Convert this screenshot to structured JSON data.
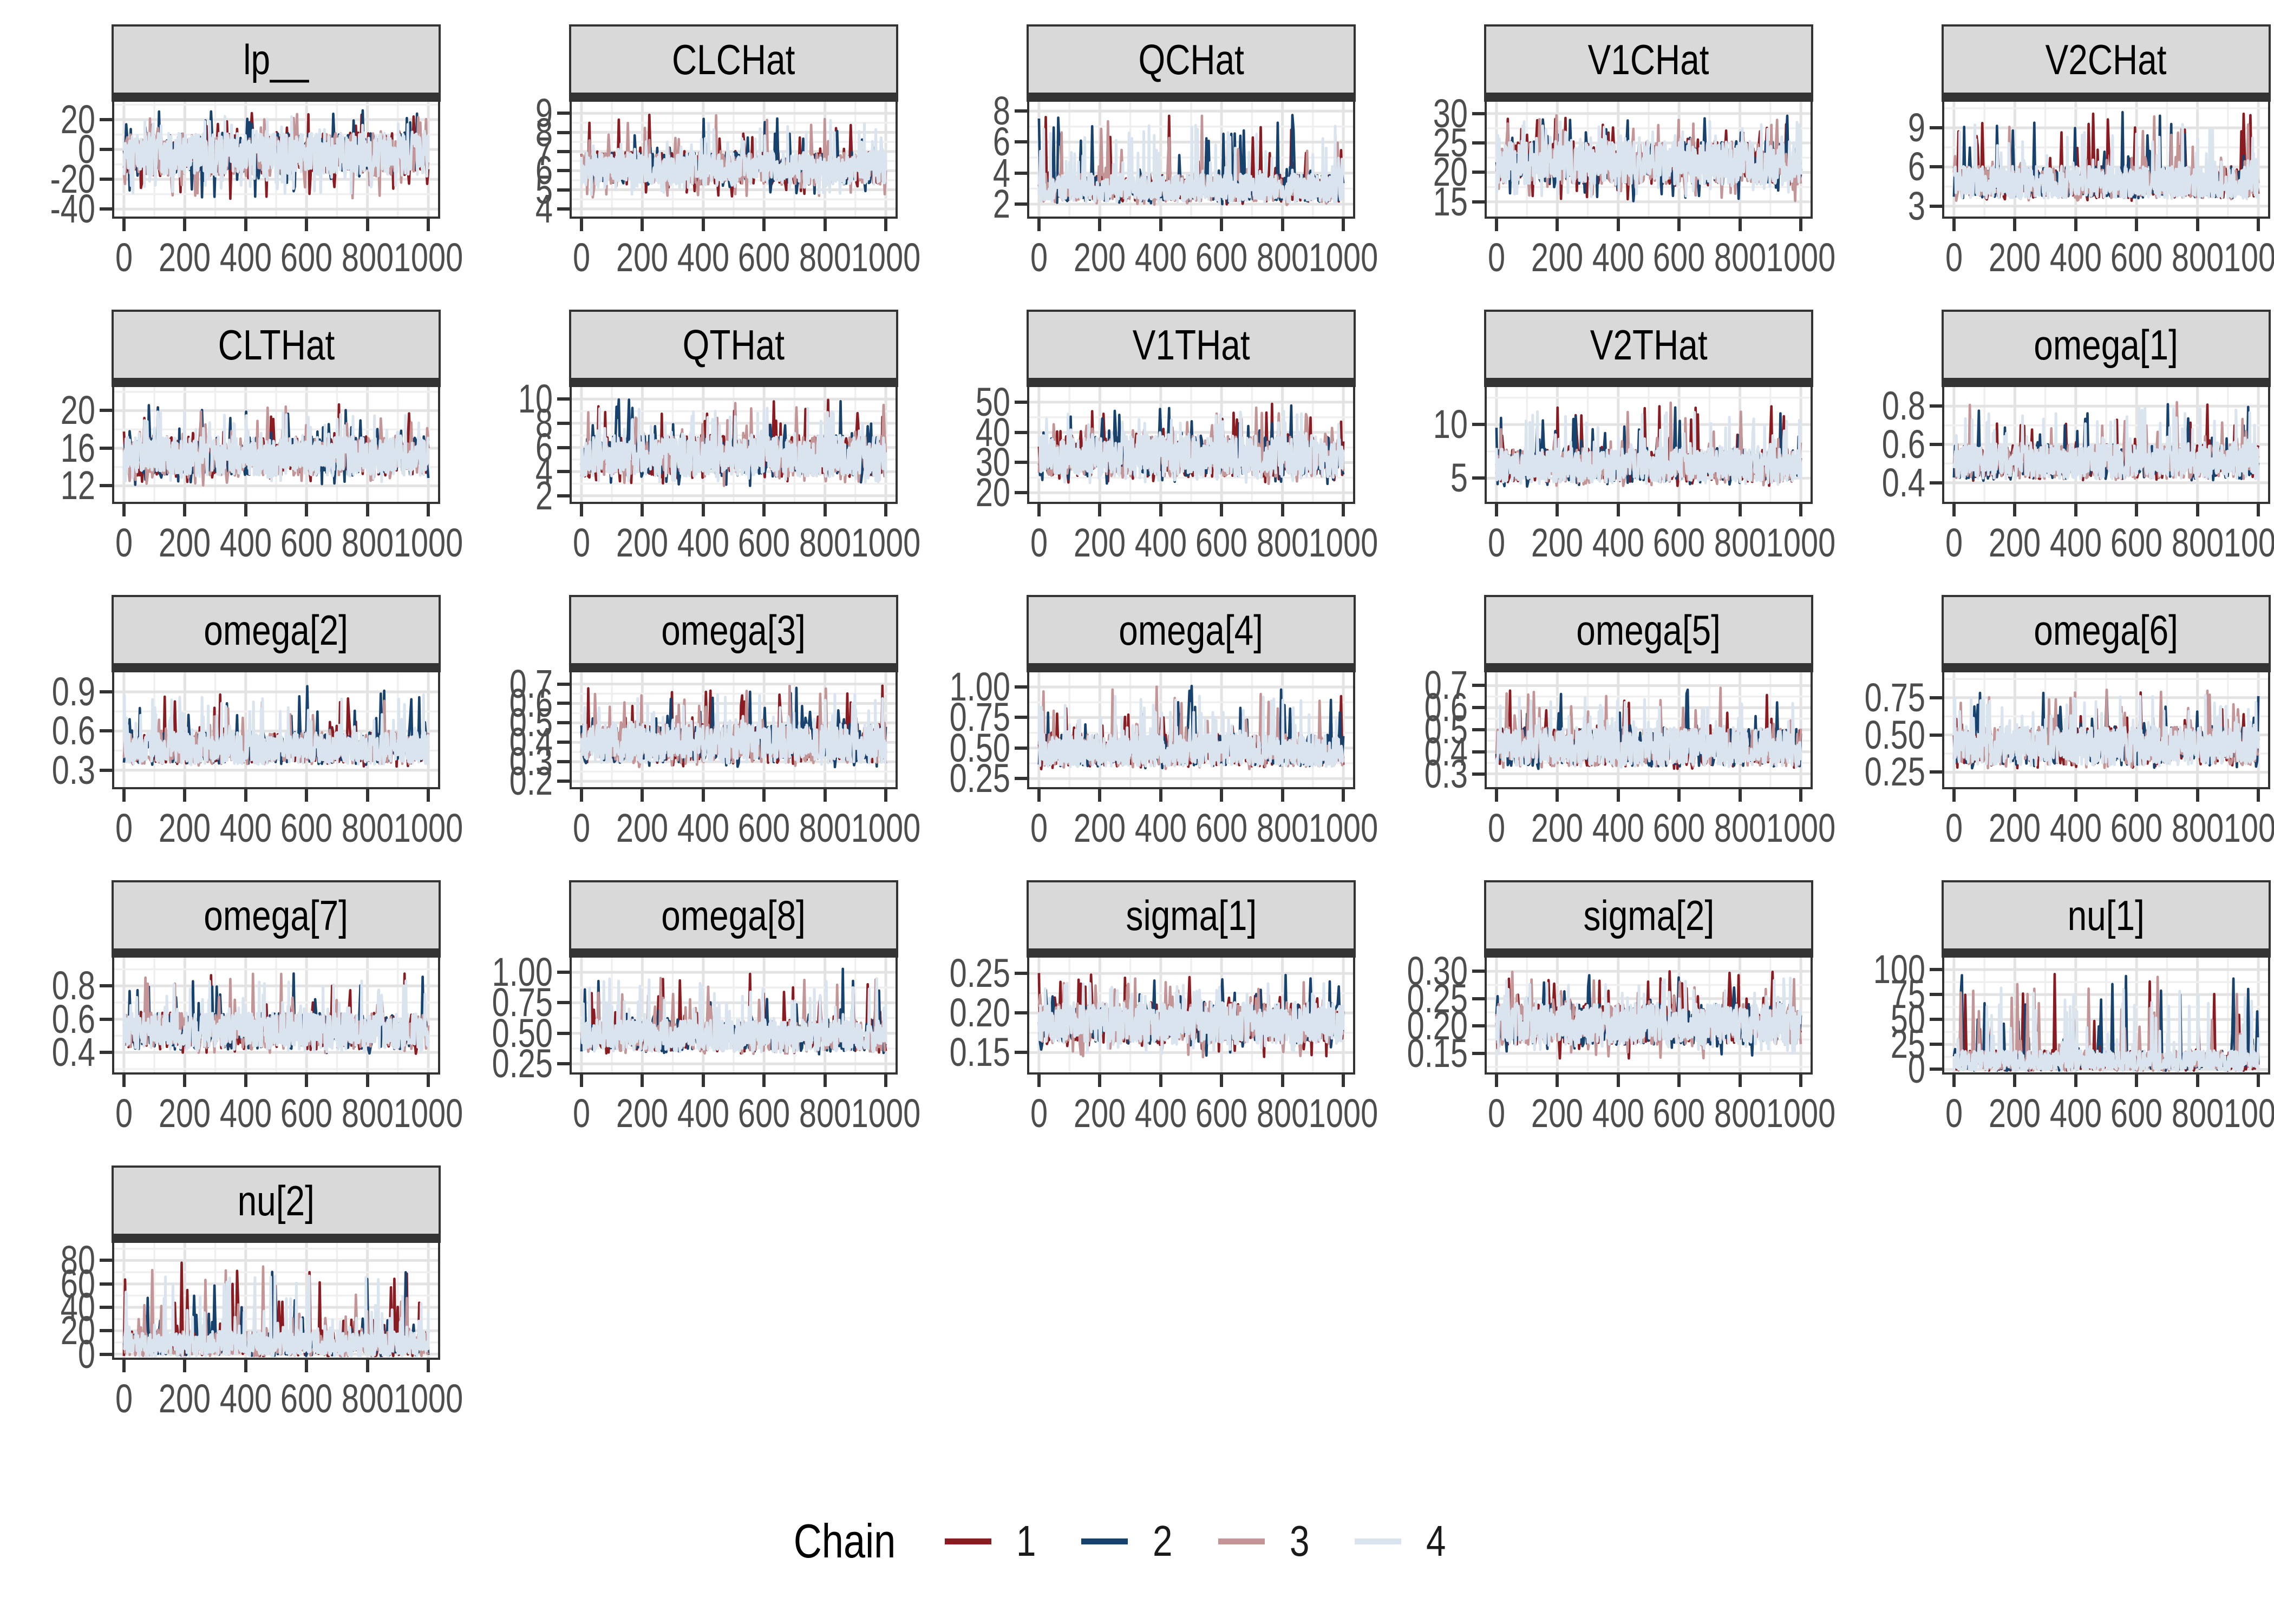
{
  "chart_data": {
    "type": "line",
    "subtype": "mcmc-trace-facets",
    "legend_title": "Chain",
    "x_axis": {
      "tick_labels": [
        "0",
        "200",
        "400",
        "600",
        "800",
        "1000"
      ],
      "tick_values": [
        0,
        200,
        400,
        600,
        800,
        1000
      ],
      "range": [
        0,
        1000
      ]
    },
    "chains": [
      {
        "label": "1",
        "color": "#8a1c21"
      },
      {
        "label": "2",
        "color": "#17426e"
      },
      {
        "label": "3",
        "color": "#c49597"
      },
      {
        "label": "4",
        "color": "#d9e4ee"
      }
    ],
    "grid": {
      "major_color": "#e3e3e3",
      "minor_color": "#efefef",
      "on": true
    },
    "style": {
      "panel_bg": "#ffffff",
      "strip_bg": "#d9d9d9",
      "frame_color": "#333333",
      "axis_text_color": "#4d4d4d",
      "strip_text_color": "#000000"
    },
    "panels": [
      {
        "title": "lp__",
        "ylim": [
          -45,
          32
        ],
        "ytick_labels": [
          "20",
          "0",
          "-20",
          "-40"
        ],
        "ytick_values": [
          20,
          0,
          -20,
          -40
        ],
        "trace": {
          "mid": 0.54,
          "band": 0.19,
          "spike_up": 0.3,
          "spike_dn": 0.3
        }
      },
      {
        "title": "CLCHat",
        "ylim": [
          3.6,
          9.6
        ],
        "ytick_labels": [
          "9",
          "8",
          "7",
          "6",
          "5",
          "4"
        ],
        "ytick_values": [
          9,
          8,
          7,
          6,
          5,
          4
        ],
        "trace": {
          "mid": 0.42,
          "band": 0.14,
          "spike_up": 0.42,
          "spike_dn": 0.2
        }
      },
      {
        "title": "QCHat",
        "ylim": [
          1.2,
          8.6
        ],
        "ytick_labels": [
          "8",
          "6",
          "4",
          "2"
        ],
        "ytick_values": [
          8,
          6,
          4,
          2
        ],
        "trace": {
          "mid": 0.25,
          "band": 0.12,
          "spike_up": 0.58,
          "spike_dn": 0.1
        }
      },
      {
        "title": "V1CHat",
        "ylim": [
          12.5,
          32
        ],
        "ytick_labels": [
          "30",
          "25",
          "20",
          "15"
        ],
        "ytick_values": [
          30,
          25,
          20,
          15
        ],
        "trace": {
          "mid": 0.47,
          "band": 0.19,
          "spike_up": 0.33,
          "spike_dn": 0.25
        }
      },
      {
        "title": "V2CHat",
        "ylim": [
          2.2,
          11
        ],
        "ytick_labels": [
          "9",
          "6",
          "3"
        ],
        "ytick_values": [
          9,
          6,
          3
        ],
        "trace": {
          "mid": 0.3,
          "band": 0.14,
          "spike_up": 0.55,
          "spike_dn": 0.1
        }
      },
      {
        "title": "CLTHat",
        "ylim": [
          10.3,
          22.5
        ],
        "ytick_labels": [
          "20",
          "16",
          "12"
        ],
        "ytick_values": [
          20,
          16,
          12
        ],
        "trace": {
          "mid": 0.4,
          "band": 0.17,
          "spike_up": 0.38,
          "spike_dn": 0.18
        }
      },
      {
        "title": "QTHat",
        "ylim": [
          1.5,
          11
        ],
        "ytick_labels": [
          "10",
          "8",
          "6",
          "4",
          "2"
        ],
        "ytick_values": [
          10,
          8,
          6,
          4,
          2
        ],
        "trace": {
          "mid": 0.4,
          "band": 0.18,
          "spike_up": 0.42,
          "spike_dn": 0.18
        }
      },
      {
        "title": "V1THat",
        "ylim": [
          17,
          55
        ],
        "ytick_labels": [
          "50",
          "40",
          "30",
          "20"
        ],
        "ytick_values": [
          50,
          40,
          30,
          20
        ],
        "trace": {
          "mid": 0.4,
          "band": 0.18,
          "spike_up": 0.38,
          "spike_dn": 0.18
        }
      },
      {
        "title": "V2THat",
        "ylim": [
          2.8,
          13.5
        ],
        "ytick_labels": [
          "10",
          "5"
        ],
        "ytick_values": [
          10,
          5
        ],
        "trace": {
          "mid": 0.32,
          "band": 0.15,
          "spike_up": 0.48,
          "spike_dn": 0.12
        }
      },
      {
        "title": "omega[1]",
        "ylim": [
          0.3,
          0.9
        ],
        "ytick_labels": [
          "0.8",
          "0.6",
          "0.4"
        ],
        "ytick_values": [
          0.8,
          0.6,
          0.4
        ],
        "trace": {
          "mid": 0.35,
          "band": 0.15,
          "spike_up": 0.48,
          "spike_dn": 0.1
        }
      },
      {
        "title": "omega[2]",
        "ylim": [
          0.17,
          1.05
        ],
        "ytick_labels": [
          "0.9",
          "0.6",
          "0.3"
        ],
        "ytick_values": [
          0.9,
          0.6,
          0.3
        ],
        "trace": {
          "mid": 0.34,
          "band": 0.14,
          "spike_up": 0.48,
          "spike_dn": 0.1
        }
      },
      {
        "title": "omega[3]",
        "ylim": [
          0.17,
          0.76
        ],
        "ytick_labels": [
          "0.7",
          "0.6",
          "0.5",
          "0.4",
          "0.3",
          "0.2"
        ],
        "ytick_values": [
          0.7,
          0.6,
          0.5,
          0.4,
          0.3,
          0.2
        ],
        "trace": {
          "mid": 0.38,
          "band": 0.17,
          "spike_up": 0.44,
          "spike_dn": 0.13
        }
      },
      {
        "title": "omega[4]",
        "ylim": [
          0.18,
          1.12
        ],
        "ytick_labels": [
          "1.00",
          "0.75",
          "0.50",
          "0.25"
        ],
        "ytick_values": [
          1.0,
          0.75,
          0.5,
          0.25
        ],
        "trace": {
          "mid": 0.32,
          "band": 0.14,
          "spike_up": 0.5,
          "spike_dn": 0.1
        }
      },
      {
        "title": "omega[5]",
        "ylim": [
          0.24,
          0.76
        ],
        "ytick_labels": [
          "0.7",
          "0.6",
          "0.5",
          "0.4",
          "0.3"
        ],
        "ytick_values": [
          0.7,
          0.6,
          0.5,
          0.4,
          0.3
        ],
        "trace": {
          "mid": 0.35,
          "band": 0.17,
          "spike_up": 0.44,
          "spike_dn": 0.12
        }
      },
      {
        "title": "omega[6]",
        "ylim": [
          0.15,
          0.92
        ],
        "ytick_labels": [
          "0.75",
          "0.50",
          "0.25"
        ],
        "ytick_values": [
          0.75,
          0.5,
          0.25
        ],
        "trace": {
          "mid": 0.36,
          "band": 0.17,
          "spike_up": 0.44,
          "spike_dn": 0.12
        }
      },
      {
        "title": "omega[7]",
        "ylim": [
          0.28,
          0.97
        ],
        "ytick_labels": [
          "0.8",
          "0.6",
          "0.4"
        ],
        "ytick_values": [
          0.8,
          0.6,
          0.4
        ],
        "trace": {
          "mid": 0.36,
          "band": 0.16,
          "spike_up": 0.44,
          "spike_dn": 0.13
        }
      },
      {
        "title": "omega[8]",
        "ylim": [
          0.18,
          1.12
        ],
        "ytick_labels": [
          "1.00",
          "0.75",
          "0.50",
          "0.25"
        ],
        "ytick_values": [
          1.0,
          0.75,
          0.5,
          0.25
        ],
        "trace": {
          "mid": 0.32,
          "band": 0.14,
          "spike_up": 0.52,
          "spike_dn": 0.1
        }
      },
      {
        "title": "sigma[1]",
        "ylim": [
          0.125,
          0.27
        ],
        "ytick_labels": [
          "0.25",
          "0.20",
          "0.15"
        ],
        "ytick_values": [
          0.25,
          0.2,
          0.15
        ],
        "trace": {
          "mid": 0.43,
          "band": 0.18,
          "spike_up": 0.36,
          "spike_dn": 0.22
        }
      },
      {
        "title": "sigma[2]",
        "ylim": [
          0.115,
          0.325
        ],
        "ytick_labels": [
          "0.30",
          "0.25",
          "0.20",
          "0.15"
        ],
        "ytick_values": [
          0.3,
          0.25,
          0.2,
          0.15
        ],
        "trace": {
          "mid": 0.42,
          "band": 0.18,
          "spike_up": 0.38,
          "spike_dn": 0.22
        }
      },
      {
        "title": "nu[1]",
        "ylim": [
          -3,
          112
        ],
        "ytick_labels": [
          "100",
          "75",
          "50",
          "25",
          "0"
        ],
        "ytick_values": [
          100,
          75,
          50,
          25,
          0
        ],
        "trace": {
          "mid": 0.1,
          "band": 0.09,
          "spike_up": 0.72,
          "spike_dn": 0.04
        }
      },
      {
        "title": "nu[2]",
        "ylim": [
          -3,
          95
        ],
        "ytick_labels": [
          "80",
          "60",
          "40",
          "20",
          "0"
        ],
        "ytick_values": [
          80,
          60,
          40,
          20,
          0
        ],
        "trace": {
          "mid": 0.12,
          "band": 0.11,
          "spike_up": 0.68,
          "spike_dn": 0.05
        }
      }
    ]
  }
}
